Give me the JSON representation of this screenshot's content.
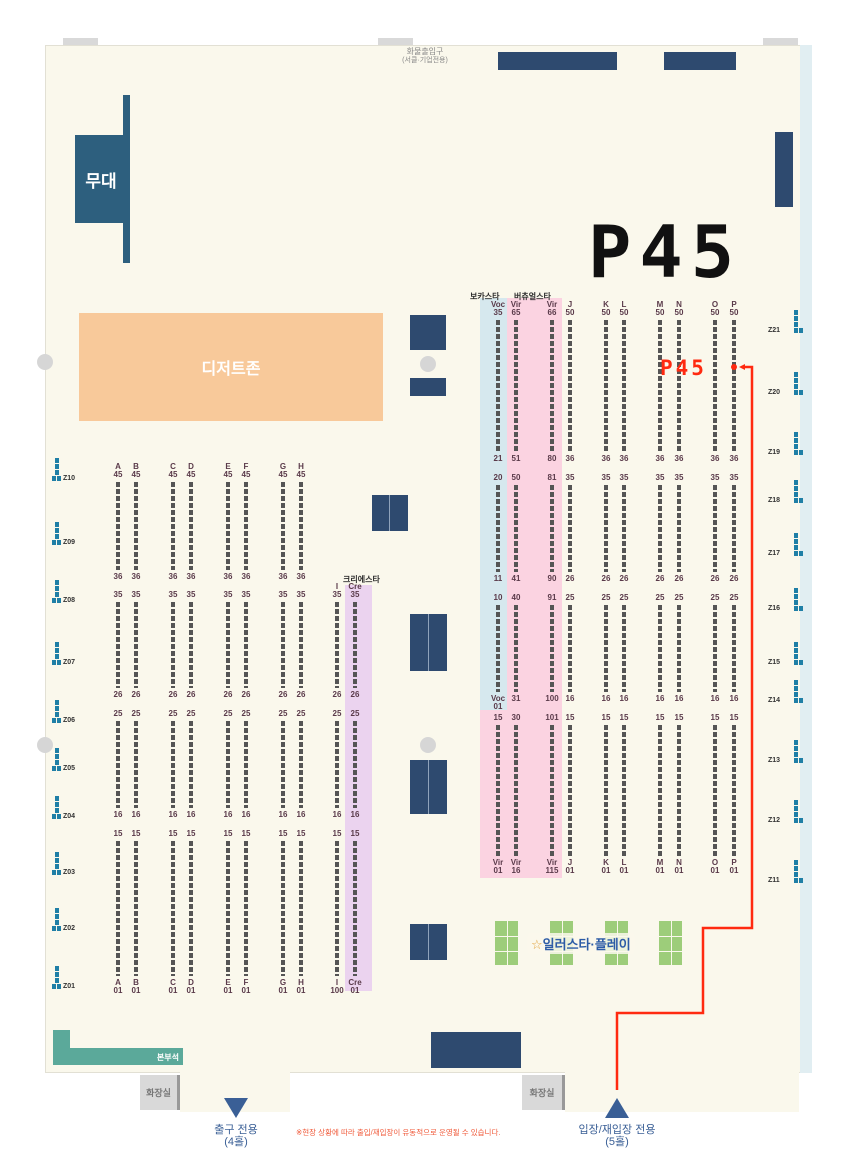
{
  "header": {
    "cargo_entrance": "화물출입구",
    "cargo_entrance_note": "(서클·기업전용)"
  },
  "stage_label": "무대",
  "dessert_zone_label": "디저트존",
  "big_booth_label": "P45",
  "marker_label": "P45",
  "zone_labels": {
    "vocastar": "보카스타",
    "virtualstar": "버츄얼스타",
    "creastar": "크리에스타"
  },
  "hq_label": "본부석",
  "toilet_label": "화장실",
  "logo_text": "일러스타·플레이",
  "exit_label": "출구 전용",
  "exit_hall": "(4홀)",
  "entrance_label": "입장/재입장 전용",
  "entrance_hall": "(5홀)",
  "notice": "※현장 상황에 따라 출입/재입장이 유동적으로 운영될 수 있습니다.",
  "left_z": [
    "Z10",
    "Z09",
    "Z08",
    "Z07",
    "Z06",
    "Z05",
    "Z04",
    "Z03",
    "Z02",
    "Z01"
  ],
  "right_z": [
    "Z21",
    "Z20",
    "Z19",
    "Z18",
    "Z17",
    "Z16",
    "Z15",
    "Z14",
    "Z13",
    "Z12",
    "Z11"
  ],
  "left_columns": [
    {
      "id": "A",
      "segments": [
        [
          "A\n45",
          "36"
        ],
        [
          "35",
          "26"
        ],
        [
          "25",
          "16"
        ],
        [
          "15",
          "A\n01"
        ]
      ]
    },
    {
      "id": "B",
      "segments": [
        [
          "B\n45",
          "36"
        ],
        [
          "35",
          "26"
        ],
        [
          "25",
          "16"
        ],
        [
          "15",
          "B\n01"
        ]
      ]
    },
    {
      "id": "C",
      "segments": [
        [
          "C\n45",
          "36"
        ],
        [
          "35",
          "26"
        ],
        [
          "25",
          "16"
        ],
        [
          "15",
          "C\n01"
        ]
      ]
    },
    {
      "id": "D",
      "segments": [
        [
          "D\n45",
          "36"
        ],
        [
          "35",
          "26"
        ],
        [
          "25",
          "16"
        ],
        [
          "15",
          "D\n01"
        ]
      ]
    },
    {
      "id": "E",
      "segments": [
        [
          "E\n45",
          "36"
        ],
        [
          "35",
          "26"
        ],
        [
          "25",
          "16"
        ],
        [
          "15",
          "E\n01"
        ]
      ]
    },
    {
      "id": "F",
      "segments": [
        [
          "F\n45",
          "36"
        ],
        [
          "35",
          "26"
        ],
        [
          "25",
          "16"
        ],
        [
          "15",
          "F\n01"
        ]
      ]
    },
    {
      "id": "G",
      "segments": [
        [
          "G\n45",
          "36"
        ],
        [
          "35",
          "26"
        ],
        [
          "25",
          "16"
        ],
        [
          "15",
          "G\n01"
        ]
      ]
    },
    {
      "id": "H",
      "segments": [
        [
          "H\n45",
          "36"
        ],
        [
          "35",
          "26"
        ],
        [
          "25",
          "16"
        ],
        [
          "15",
          "H\n01"
        ]
      ]
    },
    {
      "id": "I",
      "segments": [
        null,
        [
          "I\n35",
          "26"
        ],
        [
          "25",
          "16"
        ],
        [
          "15",
          "I\n100"
        ]
      ]
    },
    {
      "id": "Cre",
      "segments": [
        null,
        [
          "Cre\n35",
          "26"
        ],
        [
          "25",
          "16"
        ],
        [
          "15",
          "Cre\n01"
        ]
      ]
    }
  ],
  "right_columns": [
    {
      "id": "Voc",
      "segments": [
        [
          "Voc\n35",
          "21"
        ],
        [
          "20",
          "11"
        ],
        [
          "10",
          "Voc\n01"
        ],
        [
          "15",
          "Vir\n01"
        ]
      ]
    },
    {
      "id": "Vir-a",
      "segments": [
        [
          "Vir\n65",
          "51"
        ],
        [
          "50",
          "41"
        ],
        [
          "40",
          "31"
        ],
        [
          "30",
          "Vir\n16"
        ]
      ]
    },
    {
      "id": "Vir-b",
      "segments": [
        [
          "Vir\n66",
          "80"
        ],
        [
          "81",
          "90"
        ],
        [
          "91",
          "100"
        ],
        [
          "101",
          "Vir\n115"
        ]
      ]
    },
    {
      "id": "J",
      "segments": [
        [
          "J\n50",
          "36"
        ],
        [
          "35",
          "26"
        ],
        [
          "25",
          "16"
        ],
        [
          "15",
          "J\n01"
        ]
      ]
    },
    {
      "id": "K",
      "segments": [
        [
          "K\n50",
          "36"
        ],
        [
          "35",
          "26"
        ],
        [
          "25",
          "16"
        ],
        [
          "15",
          "K\n01"
        ]
      ]
    },
    {
      "id": "L",
      "segments": [
        [
          "L\n50",
          "36"
        ],
        [
          "35",
          "26"
        ],
        [
          "25",
          "16"
        ],
        [
          "15",
          "L\n01"
        ]
      ]
    },
    {
      "id": "M",
      "segments": [
        [
          "M\n50",
          "36"
        ],
        [
          "35",
          "26"
        ],
        [
          "25",
          "16"
        ],
        [
          "15",
          "M\n01"
        ]
      ]
    },
    {
      "id": "N",
      "segments": [
        [
          "N\n50",
          "36"
        ],
        [
          "35",
          "26"
        ],
        [
          "25",
          "16"
        ],
        [
          "15",
          "N\n01"
        ]
      ]
    },
    {
      "id": "O",
      "segments": [
        [
          "O\n50",
          "36"
        ],
        [
          "35",
          "26"
        ],
        [
          "25",
          "16"
        ],
        [
          "15",
          "O\n01"
        ]
      ]
    },
    {
      "id": "P",
      "segments": [
        [
          "P\n50",
          "36"
        ],
        [
          "35",
          "26"
        ],
        [
          "25",
          "16"
        ],
        [
          "15",
          "P\n01"
        ]
      ]
    }
  ],
  "colors": {
    "navy": "#2e4a6f",
    "route": "#ff2a10",
    "voc": "#d6e8ee",
    "vir": "#fbd3e1",
    "cre": "#ebd3ef"
  }
}
